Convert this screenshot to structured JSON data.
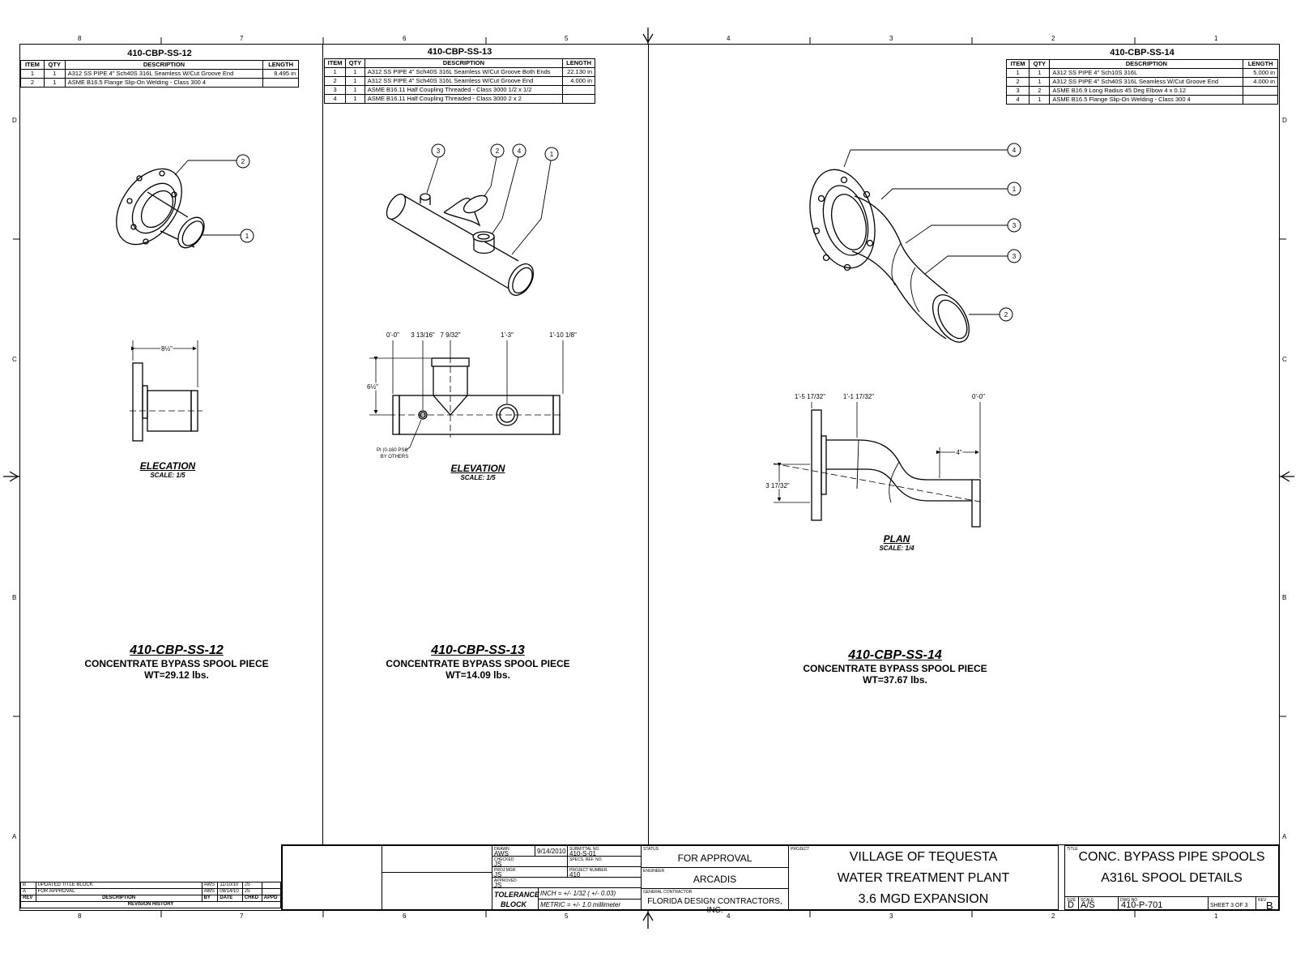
{
  "zones": {
    "columns": [
      "8",
      "7",
      "6",
      "5",
      "4",
      "3",
      "2",
      "1"
    ],
    "rows": [
      "D",
      "C",
      "B",
      "A"
    ]
  },
  "spool12": {
    "bom": {
      "title": "410-CBP-SS-12",
      "headers": [
        "ITEM",
        "QTY",
        "DESCRIPTION",
        "LENGTH"
      ],
      "rows": [
        {
          "item": "1",
          "qty": "1",
          "desc": "A312 SS PIPE 4\" Sch40S 316L Seamless W/Cut Groove End",
          "length": "8.495 in"
        },
        {
          "item": "2",
          "qty": "1",
          "desc": "ASME B16.5 Flange Slip-On Welding - Class 300 4",
          "length": ""
        }
      ]
    },
    "balloons": [
      "2",
      "1"
    ],
    "dims": {
      "len": "8½\""
    },
    "view": {
      "name": "ELECATION",
      "scale": "SCALE: 1/5"
    },
    "label": {
      "id": "410-CBP-SS-12",
      "desc": "CONCENTRATE BYPASS SPOOL PIECE",
      "wt": "WT=29.12 lbs."
    }
  },
  "spool13": {
    "bom": {
      "title": "410-CBP-SS-13",
      "headers": [
        "ITEM",
        "QTY",
        "DESCRIPTION",
        "LENGTH"
      ],
      "rows": [
        {
          "item": "1",
          "qty": "1",
          "desc": "A312 SS PIPE 4\" Sch40S 316L Seamless W/Cut Groove Both Ends",
          "length": "22.130 in"
        },
        {
          "item": "2",
          "qty": "1",
          "desc": "A312 SS PIPE 4\" Sch40S 316L Seamless W/Cut Groove End",
          "length": "4.000 in"
        },
        {
          "item": "3",
          "qty": "1",
          "desc": "ASME B16.11 Half Coupling Threaded - Class 3000 1/2 x 1/2",
          "length": ""
        },
        {
          "item": "4",
          "qty": "1",
          "desc": "ASME B16.11 Half Coupling Threaded - Class 3000 2 x 2",
          "length": ""
        }
      ]
    },
    "balloons": [
      "3",
      "2",
      "4",
      "1"
    ],
    "dims": {
      "d0": "0'-0\"",
      "d1": "3 13/16\"",
      "d2": "7 9/32\"",
      "d3": "1'-3\"",
      "d4": "1'-10 1/8\"",
      "h": "6½\""
    },
    "note": {
      "line1": "PI (0-160 PSI)",
      "line2": "BY OTHERS"
    },
    "view": {
      "name": "ELEVATION",
      "scale": "SCALE: 1/5"
    },
    "label": {
      "id": "410-CBP-SS-13",
      "desc": "CONCENTRATE BYPASS SPOOL PIECE",
      "wt": "WT=14.09 lbs."
    }
  },
  "spool14": {
    "bom": {
      "title": "410-CBP-SS-14",
      "headers": [
        "ITEM",
        "QTY",
        "DESCRIPTION",
        "LENGTH"
      ],
      "rows": [
        {
          "item": "1",
          "qty": "1",
          "desc": "A312 SS PIPE 4\" Sch10S 316L",
          "length": "5.000 in"
        },
        {
          "item": "2",
          "qty": "1",
          "desc": "A312 SS PIPE 4\" Sch40S 316L Seamless W/Cut Groove End",
          "length": "4.000 in"
        },
        {
          "item": "3",
          "qty": "2",
          "desc": "ASME B16.9 Long Radius 45 Deg Elbow 4 x 0.12",
          "length": ""
        },
        {
          "item": "4",
          "qty": "1",
          "desc": "ASME B16.5 Flange Slip-On Welding - Class 300 4",
          "length": ""
        }
      ]
    },
    "balloons": [
      "4",
      "1",
      "3",
      "3",
      "2"
    ],
    "dims": {
      "d1": "1'-5 17/32\"",
      "d2": "1'-1 17/32\"",
      "d3": "0'-0\"",
      "w": "4\"",
      "h": "3 17/32\""
    },
    "view": {
      "name": "PLAN",
      "scale": "SCALE: 1/4"
    },
    "label": {
      "id": "410-CBP-SS-14",
      "desc": "CONCENTRATE BYPASS SPOOL PIECE",
      "wt": "WT=37.67 lbs."
    }
  },
  "revisions": {
    "rows": [
      {
        "rev": "B",
        "desc": "UPDATED TITLE BLOCK",
        "by": "AWS",
        "date": "11/10/10",
        "chkd": "JS",
        "appd": ""
      },
      {
        "rev": "A",
        "desc": "FOR APPROVAL",
        "by": "AWS",
        "date": "08/14/10",
        "chkd": "JS",
        "appd": ""
      }
    ],
    "headers": [
      "REV",
      "DESCRIPTION",
      "BY",
      "DATE",
      "CHKD",
      "APPD"
    ],
    "footer": "REVISION HISTORY"
  },
  "titleblock": {
    "drawn_label": "DRAWN",
    "drawn": "AWS",
    "date": "9/14/2010",
    "submittal_label": "SUBMITTAL NO.",
    "submittal": "410-S-01",
    "spec_label": "SPECS. REF. NO.",
    "checked_label": "CHECKED",
    "checked": "JS",
    "projmgr_label": "PROJ MGR",
    "projmgr": "JS",
    "projnum_label": "PROJECT NUMBER",
    "projnum": "410",
    "approved_label": "APPROVED",
    "approved": "JS",
    "tolerance": "TOLERANCE",
    "block": "BLOCK",
    "inch": "INCH = +/- 1/32 ( +/- 0.03)",
    "metric": "METRIC = +/- 1.0 millimeter",
    "status_label": "STATUS",
    "status": "FOR APPROVAL",
    "engineer_label": "ENGINEER",
    "engineer": "ARCADIS",
    "contractor_label": "GENERAL CONTRACTOR",
    "contractor": "FLORIDA DESIGN CONTRACTORS, INC.",
    "project_label": "PROJECT",
    "project1": "VILLAGE OF TEQUESTA",
    "project2": "WATER TREATMENT PLANT",
    "project3": "3.6 MGD EXPANSION",
    "title_label": "TITLE",
    "title1": "CONC. BYPASS PIPE SPOOLS",
    "title2": "A316L SPOOL DETAILS",
    "size_label": "SIZE",
    "size": "D",
    "scale_label": "SCALE",
    "scale": "A/S",
    "dwgno_label": "DWG NO",
    "dwgno": "410-P-701",
    "sheet": "SHEET 3 OF 3",
    "rev_label": "REV",
    "rev": "B"
  }
}
